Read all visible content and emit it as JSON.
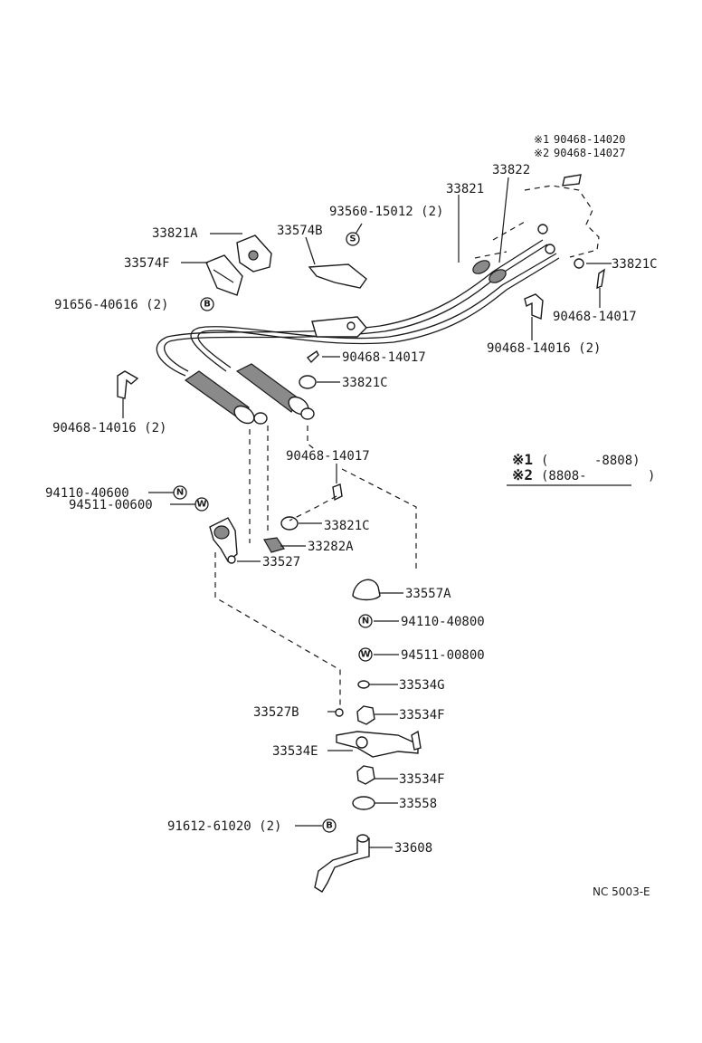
{
  "diagram": {
    "code": "NC 5003-E",
    "notes": [
      {
        "mark": "※1",
        "text": "90468-14020"
      },
      {
        "mark": "※2",
        "text": "90468-14027"
      }
    ],
    "legend": [
      {
        "mark": "※1",
        "range": "(      -8808)"
      },
      {
        "mark": "※2",
        "range": "(8808-        )"
      }
    ],
    "symbols": {
      "B": "B",
      "S": "S",
      "N": "N",
      "W": "W"
    },
    "labels": {
      "p33822": "33822",
      "p33821": "33821",
      "p93560": "93560-15012 (2)",
      "p33821A": "33821A",
      "p33574B": "33574B",
      "p33574F": "33574F",
      "p91656": "91656-40616 (2)",
      "p33821C_a": "33821C",
      "p90468_14017_a": "90468-14017",
      "p90468_14016_a": "90468-14016 (2)",
      "p90468_14017_b": "90468-14017",
      "p33821C_b": "33821C",
      "p90468_14016_b": "90468-14016 (2)",
      "p90468_14017_c": "90468-14017",
      "p94110_40600": "94110-40600",
      "p94511_00600": "94511-00600",
      "p33821C_c": "33821C",
      "p33282A": "33282A",
      "p33527": "33527",
      "p33557A": "33557A",
      "p94110_40800": "94110-40800",
      "p94511_00800": "94511-00800",
      "p33534G": "33534G",
      "p33527B": "33527B",
      "p33534F_a": "33534F",
      "p33534E": "33534E",
      "p33534F_b": "33534F",
      "p33558": "33558",
      "p91612": "91612-61020 (2)",
      "p33608": "33608"
    }
  }
}
